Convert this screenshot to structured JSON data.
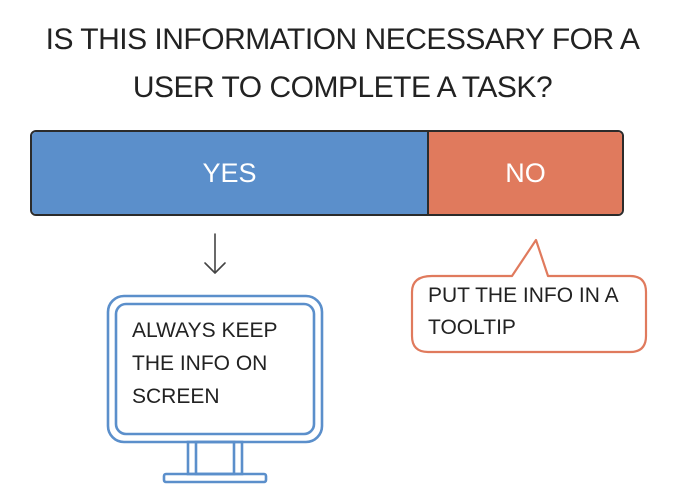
{
  "title": {
    "line1": "IS THIS INFORMATION NECESSARY FOR A",
    "line2": "USER TO COMPLETE A TASK?"
  },
  "choices": {
    "yes": "YES",
    "no": "NO"
  },
  "monitor": {
    "line1": "ALWAYS KEEP",
    "line2": "THE INFO ON",
    "line3": "SCREEN"
  },
  "tooltip": {
    "line1": "PUT THE INFO IN A",
    "line2": "TOOLTIP"
  },
  "colors": {
    "yes": "#5b8fcb",
    "no": "#e07a5d",
    "outline": "#2b2b2b"
  },
  "icons": {
    "arrow": "down-arrow-icon",
    "monitor": "monitor-icon",
    "bubble": "speech-bubble"
  }
}
